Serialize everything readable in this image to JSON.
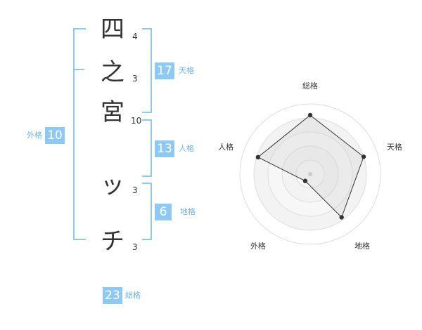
{
  "name": {
    "chars": [
      {
        "char": "四",
        "strokes": "4"
      },
      {
        "char": "之",
        "strokes": "3"
      },
      {
        "char": "宮",
        "strokes": "10"
      },
      {
        "char": "ッ",
        "strokes": "3"
      },
      {
        "char": "チ",
        "strokes": "3"
      }
    ]
  },
  "kaku": {
    "tenkaku": {
      "value": "17",
      "label": "天格"
    },
    "jinkaku": {
      "value": "13",
      "label": "人格"
    },
    "chikaku": {
      "value": "6",
      "label": "地格"
    },
    "gaikaku": {
      "value": "10",
      "label": "外格"
    },
    "soukaku": {
      "value": "23",
      "label": "総格"
    }
  },
  "colors": {
    "accent": "#8ec9f4",
    "label": "#6ab6ec",
    "text": "#333333"
  },
  "chart_data": {
    "type": "radar",
    "axes": [
      "総格",
      "天格",
      "地格",
      "外格",
      "人格"
    ],
    "values": [
      4.2,
      4.0,
      3.8,
      0.6,
      3.9
    ],
    "max": 5,
    "rings": 5
  }
}
